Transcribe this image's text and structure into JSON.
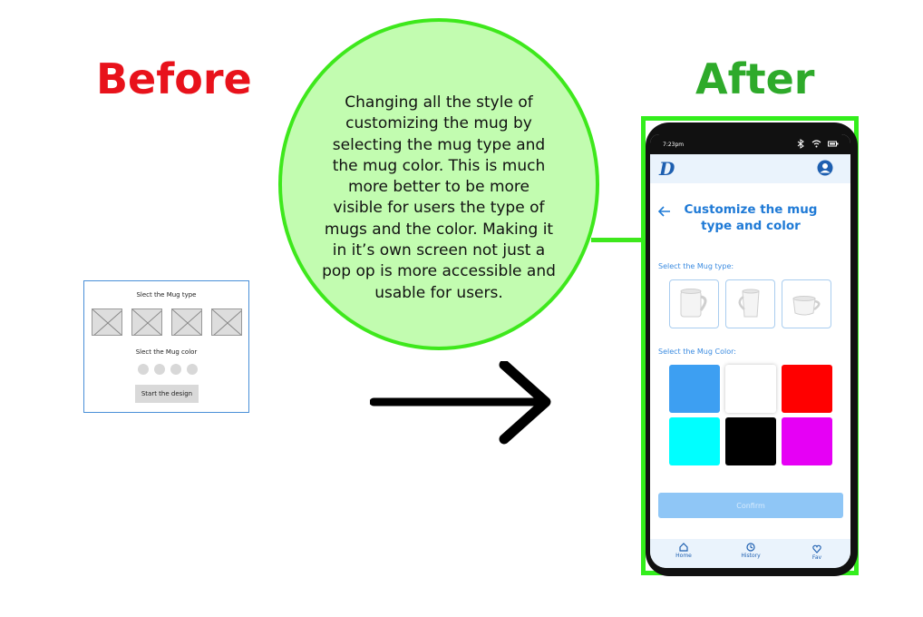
{
  "labels": {
    "before": "Before",
    "after": "After"
  },
  "before_wireframe": {
    "type_label": "Slect the Mug type",
    "color_label": "Slect the Mug color",
    "button_label": "Start the design"
  },
  "note": {
    "text": "Changing all the style of customizing the mug by selecting the mug type and the mug color. This is much more better to be more visible for users the type of mugs and the color. Making it in it’s own screen not just a pop op is more accessible and usable for users."
  },
  "phone": {
    "status_time": "7:23pm",
    "logo": "D",
    "title": "Customize the mug type and color",
    "type_label": "Select the Mug type:",
    "color_label": "Select the Mug Color:",
    "confirm_label": "Confirm",
    "mug_types": [
      "mug-standard",
      "mug-tall",
      "mug-cup"
    ],
    "colors": [
      "#3d9ff2",
      "#ffffff",
      "#ff0000",
      "#00ffff",
      "#000000",
      "#e600f5"
    ],
    "nav": [
      {
        "label": "Home",
        "icon": "home-icon"
      },
      {
        "label": "History",
        "icon": "history-icon"
      },
      {
        "label": "Fav",
        "icon": "heart-icon"
      }
    ]
  },
  "accent_colors": {
    "before_title": "#e8121b",
    "after_title": "#2eaa2a",
    "highlight": "#3ee81c",
    "phone_accent": "#1f7ad6"
  }
}
